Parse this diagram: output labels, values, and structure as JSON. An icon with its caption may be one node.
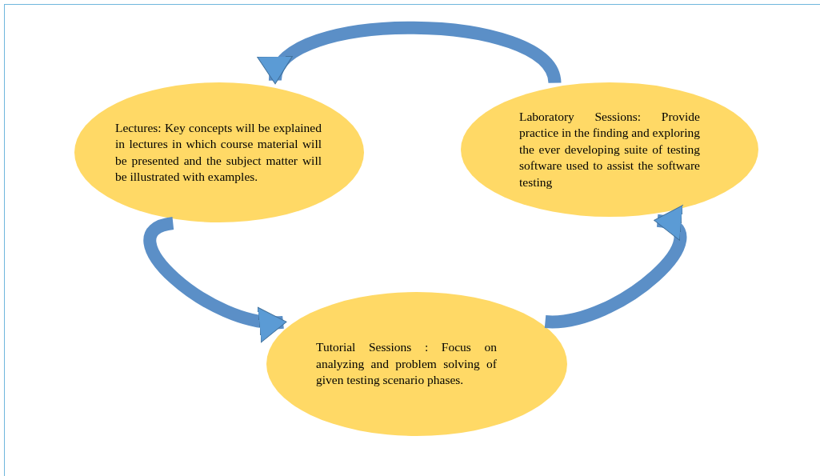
{
  "diagram": {
    "nodes": [
      {
        "text": [
          "Lectures: Key concepts will be explained in lectures in which course material will be presented and the subject matter will be illustrated with examples."
        ]
      },
      {
        "text": [
          "Laboratory Sessions: Provide practice in the finding and exploring the ever developing suite of testing software used to assist the software testing"
        ]
      },
      {
        "text": [
          "Tutorial Sessions : Focus on analyzing and problem solving of given testing scenario phases."
        ]
      }
    ],
    "edges": [
      {
        "from": 1,
        "to": 0,
        "arrow": "to"
      },
      {
        "from": 0,
        "to": 2,
        "arrow": "to"
      },
      {
        "from": 2,
        "to": 1,
        "arrow": "to"
      }
    ]
  }
}
